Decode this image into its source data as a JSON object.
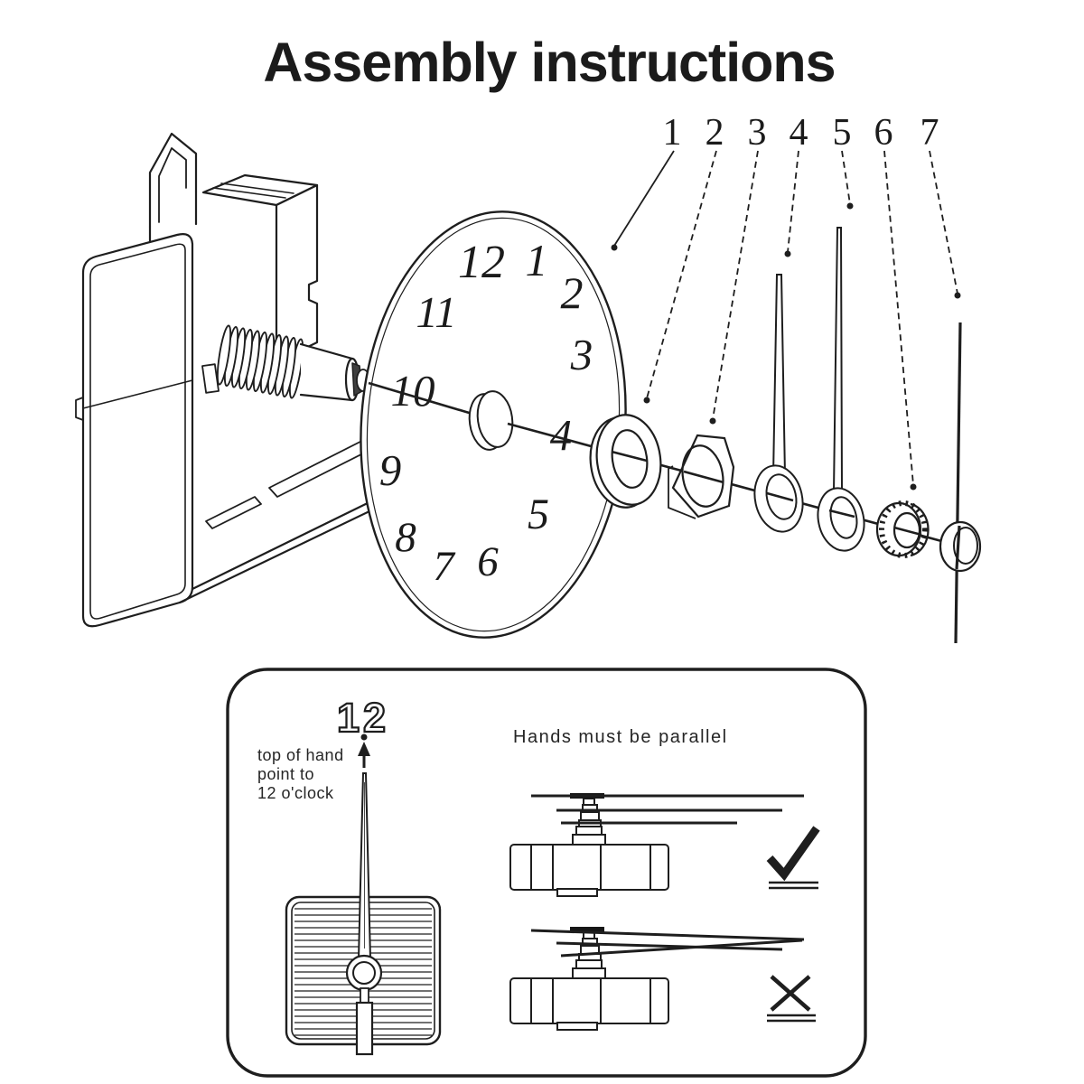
{
  "title": "Assembly instructions",
  "ink_color": "#1e1e1e",
  "background_color": "#ffffff",
  "exploded_view": {
    "part_labels": [
      "1",
      "2",
      "3",
      "4",
      "5",
      "6",
      "7"
    ],
    "dial_numerals": [
      "12",
      "1",
      "2",
      "3",
      "4",
      "5",
      "6",
      "7",
      "8",
      "9",
      "10",
      "11"
    ]
  },
  "instruction_panel": {
    "dial_numeral": "12",
    "hand_note_lines": [
      "top of hand",
      "point to",
      "12 o'clock"
    ],
    "parallel_heading": "Hands must be parallel",
    "icons": {
      "correct": "check-icon",
      "incorrect": "cross-icon",
      "pointer": "up-arrow-icon"
    }
  }
}
